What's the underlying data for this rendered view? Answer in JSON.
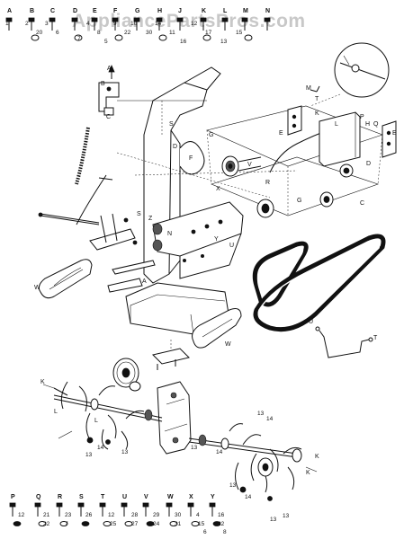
{
  "watermark": "AppliancePartsPros.com",
  "top_hardware": {
    "letters": [
      "A",
      "B",
      "C",
      "D",
      "E",
      "F",
      "G",
      "H",
      "J",
      "K",
      "L",
      "M",
      "N"
    ],
    "numbers": [
      "1",
      "2",
      "20",
      "3",
      "6",
      "7",
      "4",
      "8",
      "5",
      "9",
      "22",
      "10",
      "30",
      "14",
      "11",
      "16",
      "12",
      "17",
      "13",
      "15"
    ]
  },
  "bottom_hardware": {
    "letters": [
      "P",
      "Q",
      "R",
      "S",
      "T",
      "U",
      "V",
      "W",
      "X",
      "Y"
    ],
    "numbers": [
      "12",
      "21",
      "22",
      "23",
      "7",
      "26",
      "12",
      "25",
      "28",
      "27",
      "29",
      "24",
      "30",
      "31",
      "4",
      "15",
      "16",
      "22",
      "6",
      "8"
    ]
  },
  "callouts": {
    "engine_frame": [
      "A",
      "B",
      "C",
      "D",
      "E",
      "F",
      "G",
      "H",
      "K",
      "L",
      "M",
      "N",
      "P",
      "Q",
      "R",
      "S",
      "T",
      "U",
      "V",
      "W",
      "X",
      "Y",
      "Z"
    ],
    "tine_assembly": [
      "K",
      "L",
      "13",
      "14",
      "W",
      "Z"
    ],
    "handle_rod": [
      "U",
      "T"
    ]
  }
}
